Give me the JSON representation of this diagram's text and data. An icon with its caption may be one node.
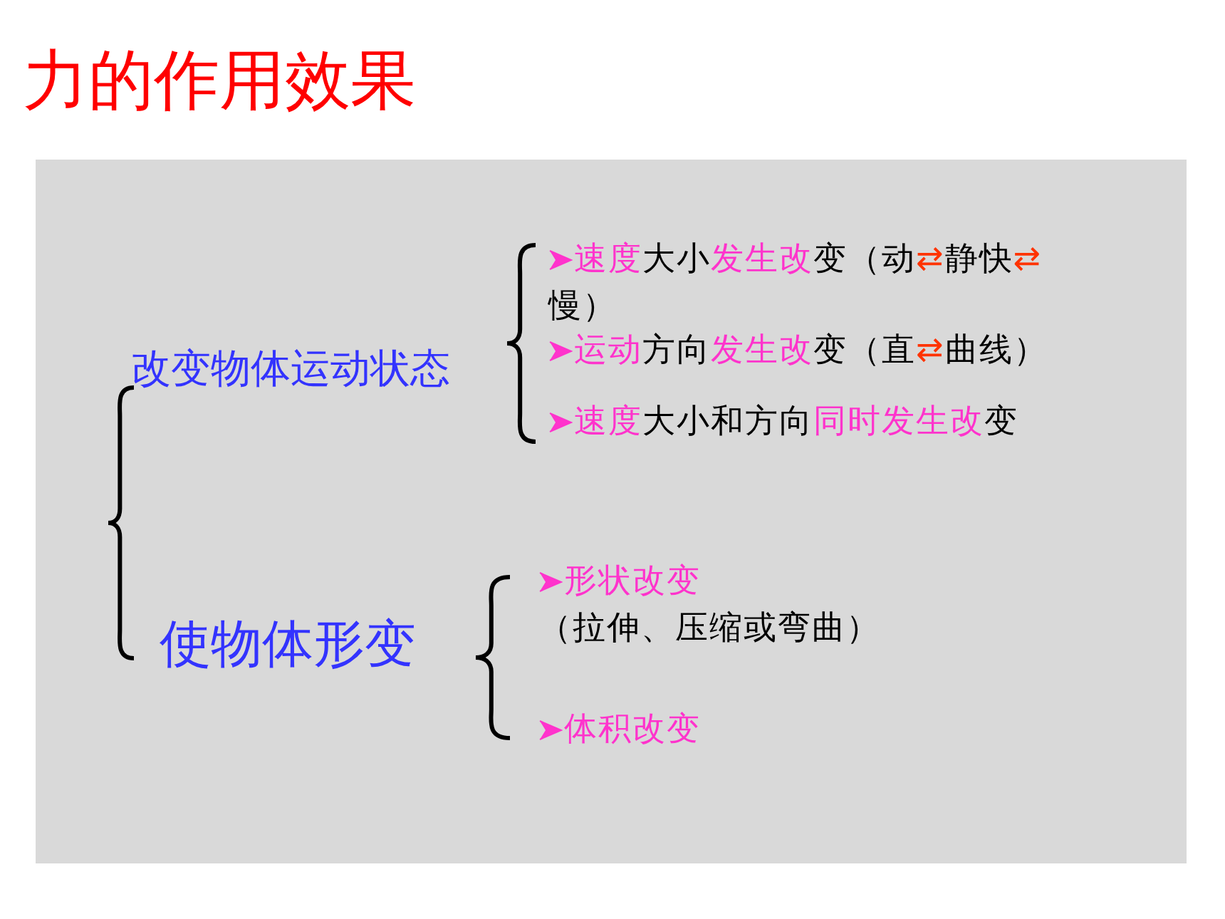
{
  "diagram": {
    "title": "力的作用效果",
    "nodes": [
      {
        "text": [
          "改变物体运动状态"
        ]
      },
      {
        "text": [
          "速度大小发生改变（动⇄静快⇄慢）"
        ]
      },
      {
        "text": [
          "运动方向发生改变（直⇄曲线）"
        ]
      },
      {
        "text": [
          "速度大小和方向同时发生改变"
        ]
      },
      {
        "text": [
          "使物体形变"
        ]
      },
      {
        "text": [
          "形状改变",
          "（拉伸、压缩或弯曲）"
        ]
      },
      {
        "text": [
          "体积改变"
        ]
      }
    ]
  }
}
